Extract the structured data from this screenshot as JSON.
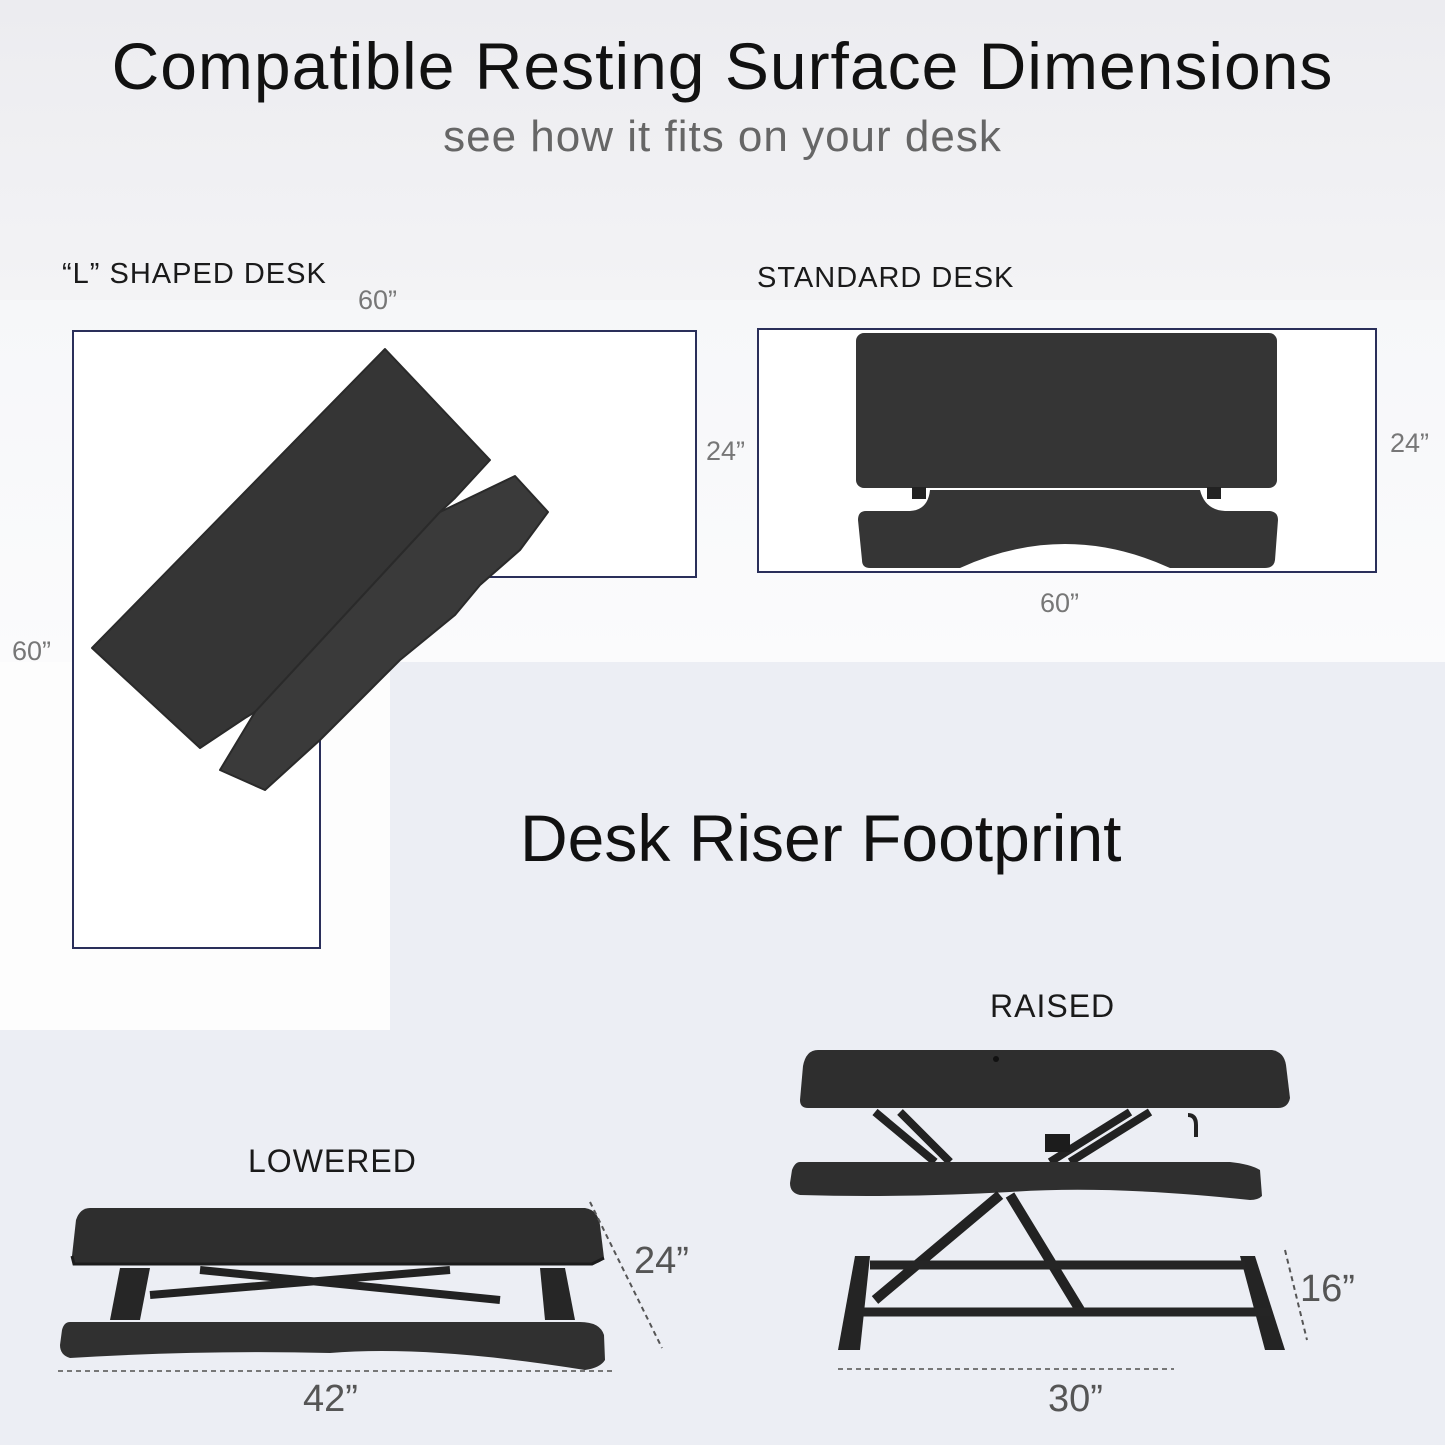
{
  "header": {
    "title": "Compatible Resting Surface Dimensions",
    "subtitle": "see how it fits on your desk"
  },
  "l_shaped_desk": {
    "label": "“L” SHAPED DESK",
    "dim_top": "60”",
    "dim_right": "24”",
    "dim_left": "60”"
  },
  "standard_desk": {
    "label": "STANDARD DESK",
    "dim_right": "24”",
    "dim_bottom": "60”"
  },
  "footprint": {
    "heading": "Desk Riser Footprint",
    "lowered": {
      "label": "LOWERED",
      "width": "42”",
      "depth": "24”"
    },
    "raised": {
      "label": "RAISED",
      "width": "30”",
      "depth": "16”"
    }
  },
  "colors": {
    "desk_outline": "#2a2f5a",
    "riser_surface": "#353535",
    "text": "#111111"
  }
}
